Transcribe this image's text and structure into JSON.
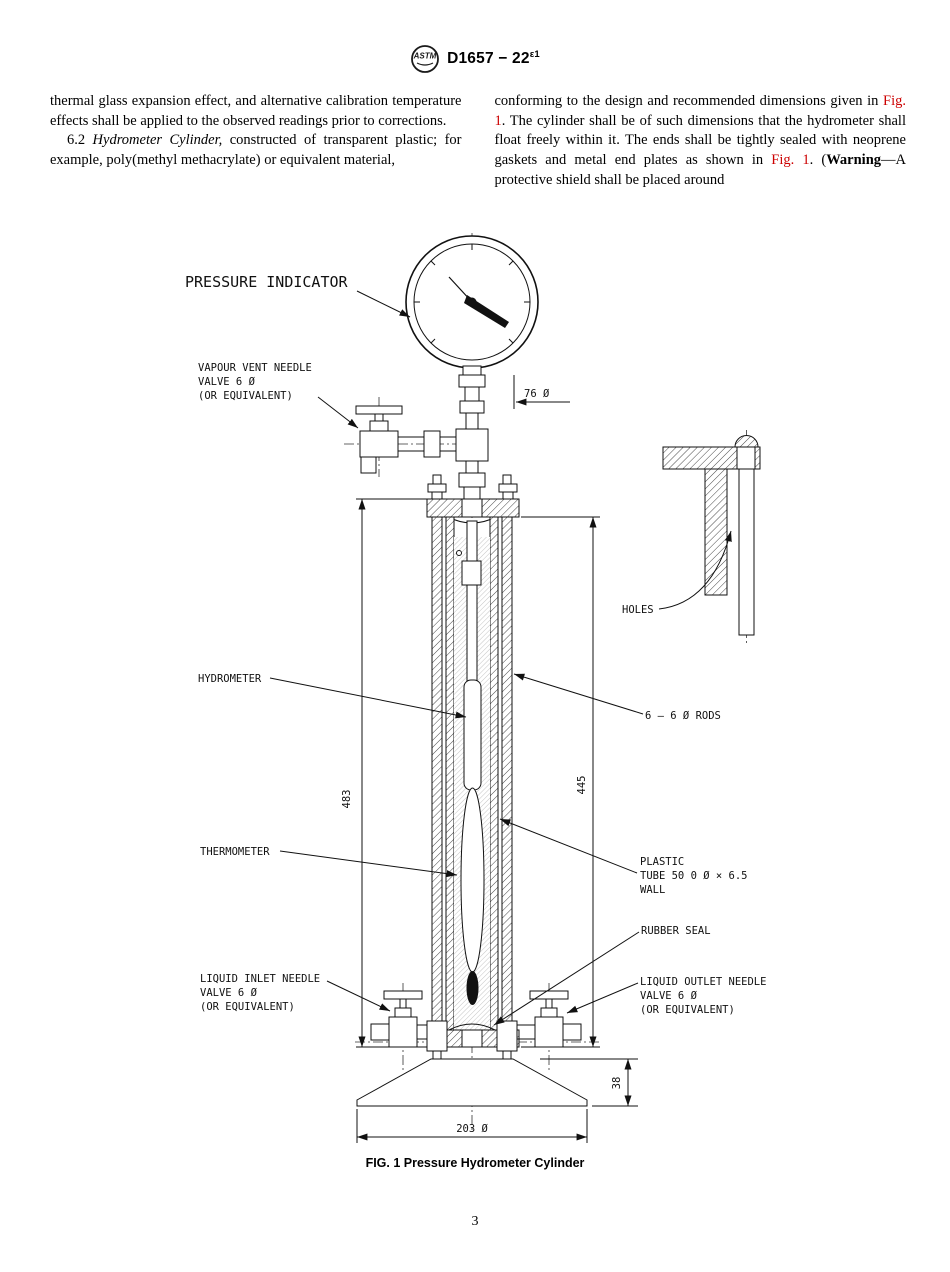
{
  "header": {
    "logo": "ASTM",
    "doc_code": "D1657 − 22",
    "doc_sup": "ε1"
  },
  "body_text": {
    "left": {
      "para1": "thermal glass expansion effect, and alternative calibration temperature effects shall be applied to the observed readings prior to corrections.",
      "para2_number": "6.2 ",
      "para2_title": "Hydrometer Cylinder,",
      "para2_rest": " constructed of transparent plastic; for example, poly(methyl methacrylate) or equivalent material,"
    },
    "right": {
      "seg1": "conforming to the design and recommended dimensions given in ",
      "fig_link1": "Fig. 1",
      "seg2": ". The cylinder shall be of such dimensions that the hydrometer shall float freely within it. The ends shall be tightly sealed with neoprene gaskets and metal end plates as shown in ",
      "fig_link2": "Fig. 1",
      "seg3": ". (",
      "warning": "Warning",
      "seg4": "—A protective shield shall be placed around"
    }
  },
  "figure": {
    "caption": "FIG. 1 Pressure Hydrometer Cylinder",
    "labels": {
      "pressure_indicator": "PRESSURE INDICATOR",
      "vapour_vent_1": "VAPOUR VENT NEEDLE",
      "vapour_vent_2": "VALVE 6 Ø",
      "vapour_vent_3": "(OR EQUIVALENT)",
      "hydrometer": "HYDROMETER",
      "thermometer": "THERMOMETER",
      "liquid_inlet_1": "LIQUID INLET NEEDLE",
      "liquid_inlet_2": "VALVE 6 Ø",
      "liquid_inlet_3": "(OR EQUIVALENT)",
      "liquid_outlet_1": "LIQUID OUTLET NEEDLE",
      "liquid_outlet_2": "VALVE 6 Ø",
      "liquid_outlet_3": "(OR EQUIVALENT)",
      "holes": "HOLES",
      "rods": "6 – 6 Ø RODS",
      "plastic_tube_1": "PLASTIC",
      "plastic_tube_2": "TUBE 50 0 Ø × 6.5",
      "plastic_tube_3": "WALL",
      "rubber_seal": "RUBBER SEAL"
    },
    "dimensions": {
      "gauge_dia": "76 Ø",
      "overall_height": "483",
      "tube_height": "445",
      "base_height": "38",
      "base_dia": "203 Ø"
    }
  },
  "footer": {
    "page_number": "3"
  },
  "colors": {
    "link_red": "#cc0000",
    "ink": "#111111"
  }
}
